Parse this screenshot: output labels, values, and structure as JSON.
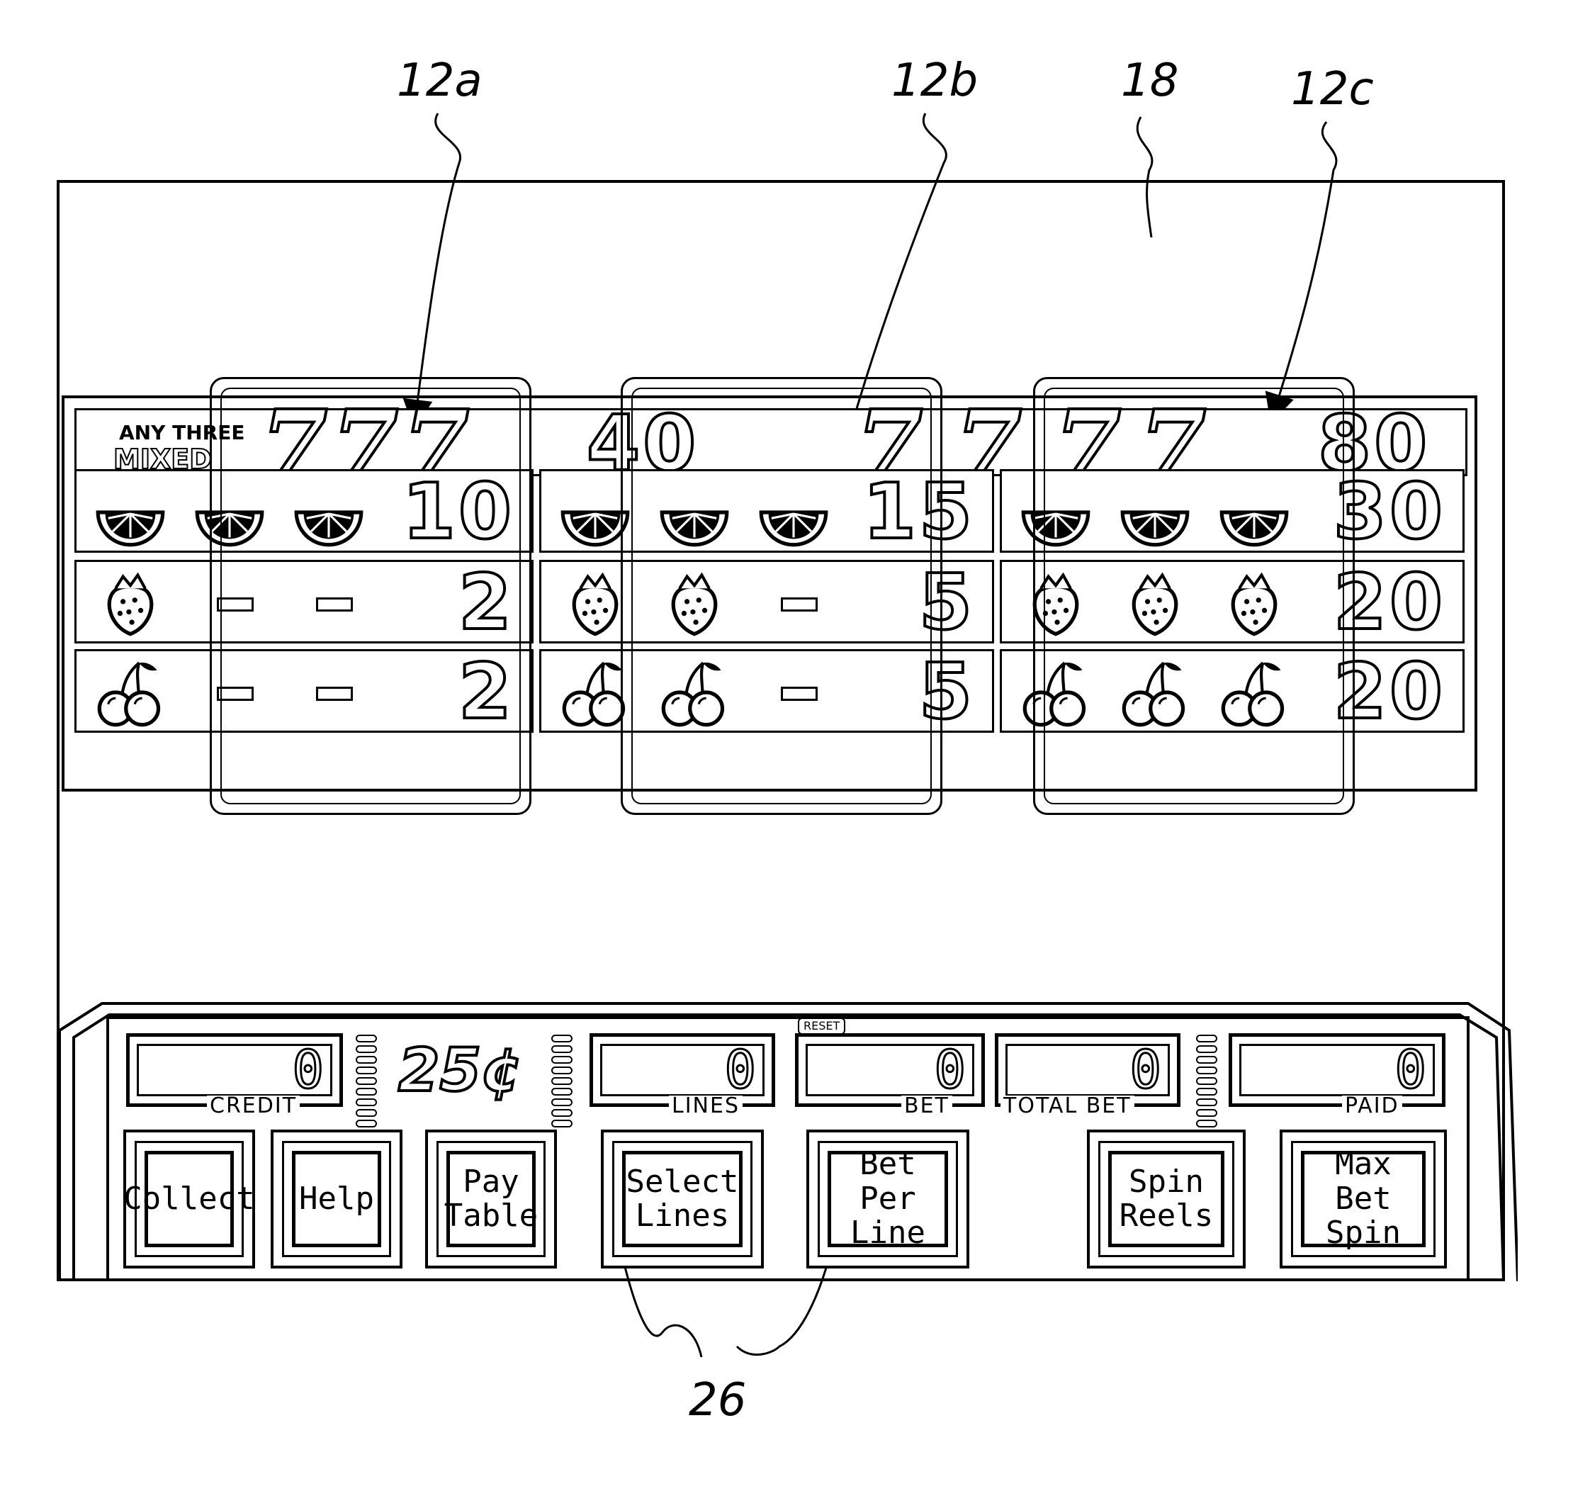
{
  "reference_labels": {
    "reel_a": "12a",
    "reel_b": "12b",
    "display": "18",
    "reel_c": "12c",
    "buttons": "26"
  },
  "pay_table": {
    "mixed_label_line1": "ANY THREE",
    "mixed_label_line2": "MIXED",
    "top_row": {
      "mixed_sevens_payout": "40",
      "three_sevens_payout": "80"
    },
    "rows": [
      {
        "symbol": "orange-slice",
        "payouts": [
          "10",
          "15",
          "30"
        ]
      },
      {
        "symbol": "strawberry",
        "payouts": [
          "2",
          "5",
          "20"
        ]
      },
      {
        "symbol": "cherry",
        "payouts": [
          "2",
          "5",
          "20"
        ]
      }
    ]
  },
  "control_panel": {
    "denomination": "25¢",
    "reset_label": "RESET",
    "meters": {
      "credit": {
        "label": "CREDIT",
        "value": "0"
      },
      "lines": {
        "label": "LINES",
        "value": "0"
      },
      "bet": {
        "label": "BET",
        "value": "0"
      },
      "total_bet": {
        "label": "TOTAL BET",
        "value": "0"
      },
      "paid": {
        "label": "PAID",
        "value": "0"
      }
    },
    "buttons": {
      "collect": "Collect",
      "help": "Help",
      "pay_table": "Pay\nTable",
      "select_lines": "Select\nLines",
      "bet_per_line": "Bet Per\nLine",
      "spin_reels": "Spin\nReels",
      "max_bet_spin": "Max Bet\nSpin"
    }
  }
}
